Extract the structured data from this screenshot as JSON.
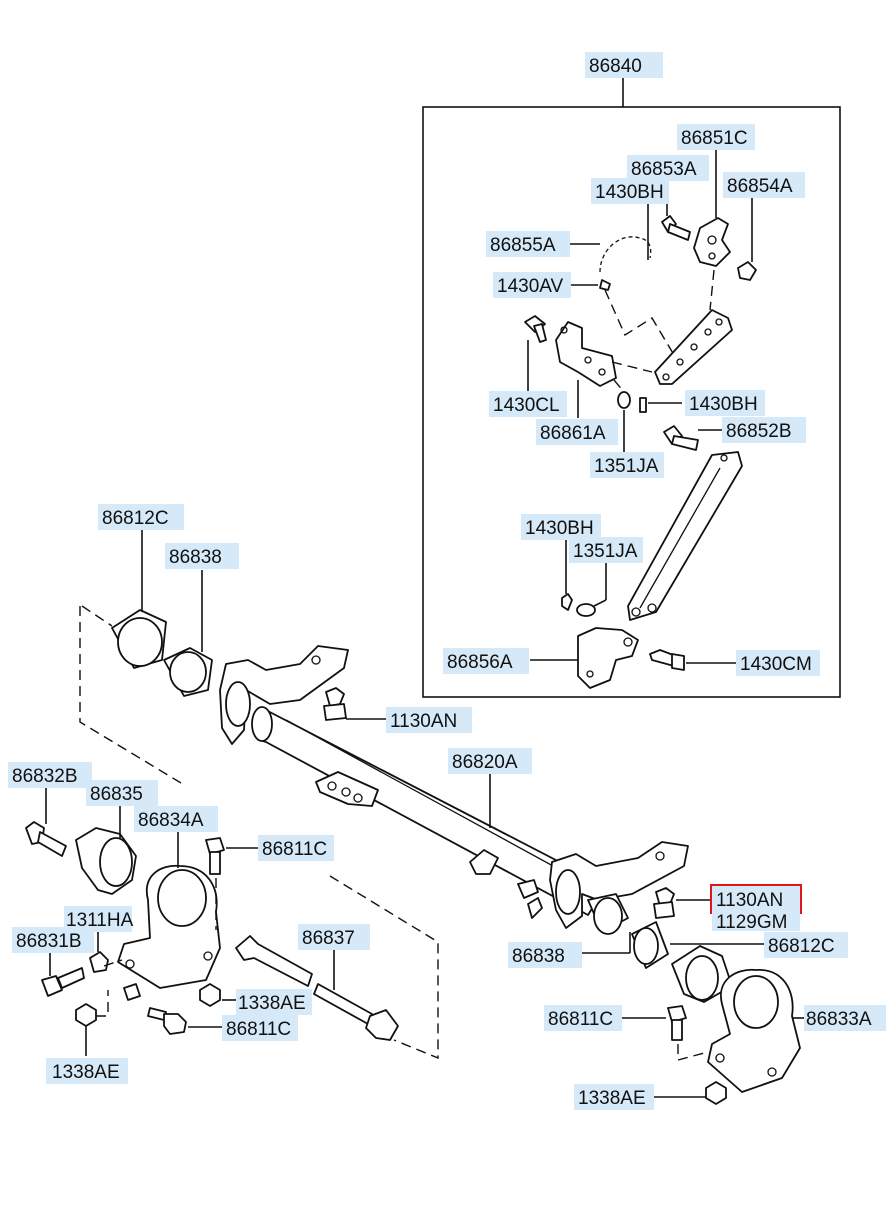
{
  "labels": {
    "l86840": "86840",
    "l86851C": "86851C",
    "l86853A": "86853A",
    "l1430BH_top": "1430BH",
    "l86854A": "86854A",
    "l86855A": "86855A",
    "l1430AV": "1430AV",
    "l1430CL": "1430CL",
    "l86861A": "86861A",
    "l1430BH_mid": "1430BH",
    "l1351JA_mid": "1351JA",
    "l86852B": "86852B",
    "l1430BH_low": "1430BH",
    "l1351JA_low": "1351JA",
    "l86856A": "86856A",
    "l1430CM": "1430CM",
    "l86812C_left": "86812C",
    "l86838_left": "86838",
    "l1130AN_top": "1130AN",
    "l86820A": "86820A",
    "l86832B": "86832B",
    "l86835": "86835",
    "l86834A": "86834A",
    "l86811C_left": "86811C",
    "l1311HA": "1311HA",
    "l86831B": "86831B",
    "l1338AE_mid": "1338AE",
    "l86811C_mid": "86811C",
    "l86837": "86837",
    "l1338AE_left": "1338AE",
    "l1130AN_right": "1130AN",
    "l1129GM": "1129GM",
    "l86838_right": "86838",
    "l86812C_right": "86812C",
    "l86811C_right": "86811C",
    "l86833A": "86833A",
    "l1338AE_right": "1338AE"
  },
  "highlight_color": "#e0161b",
  "label_bg_color": "#d6e9f8"
}
